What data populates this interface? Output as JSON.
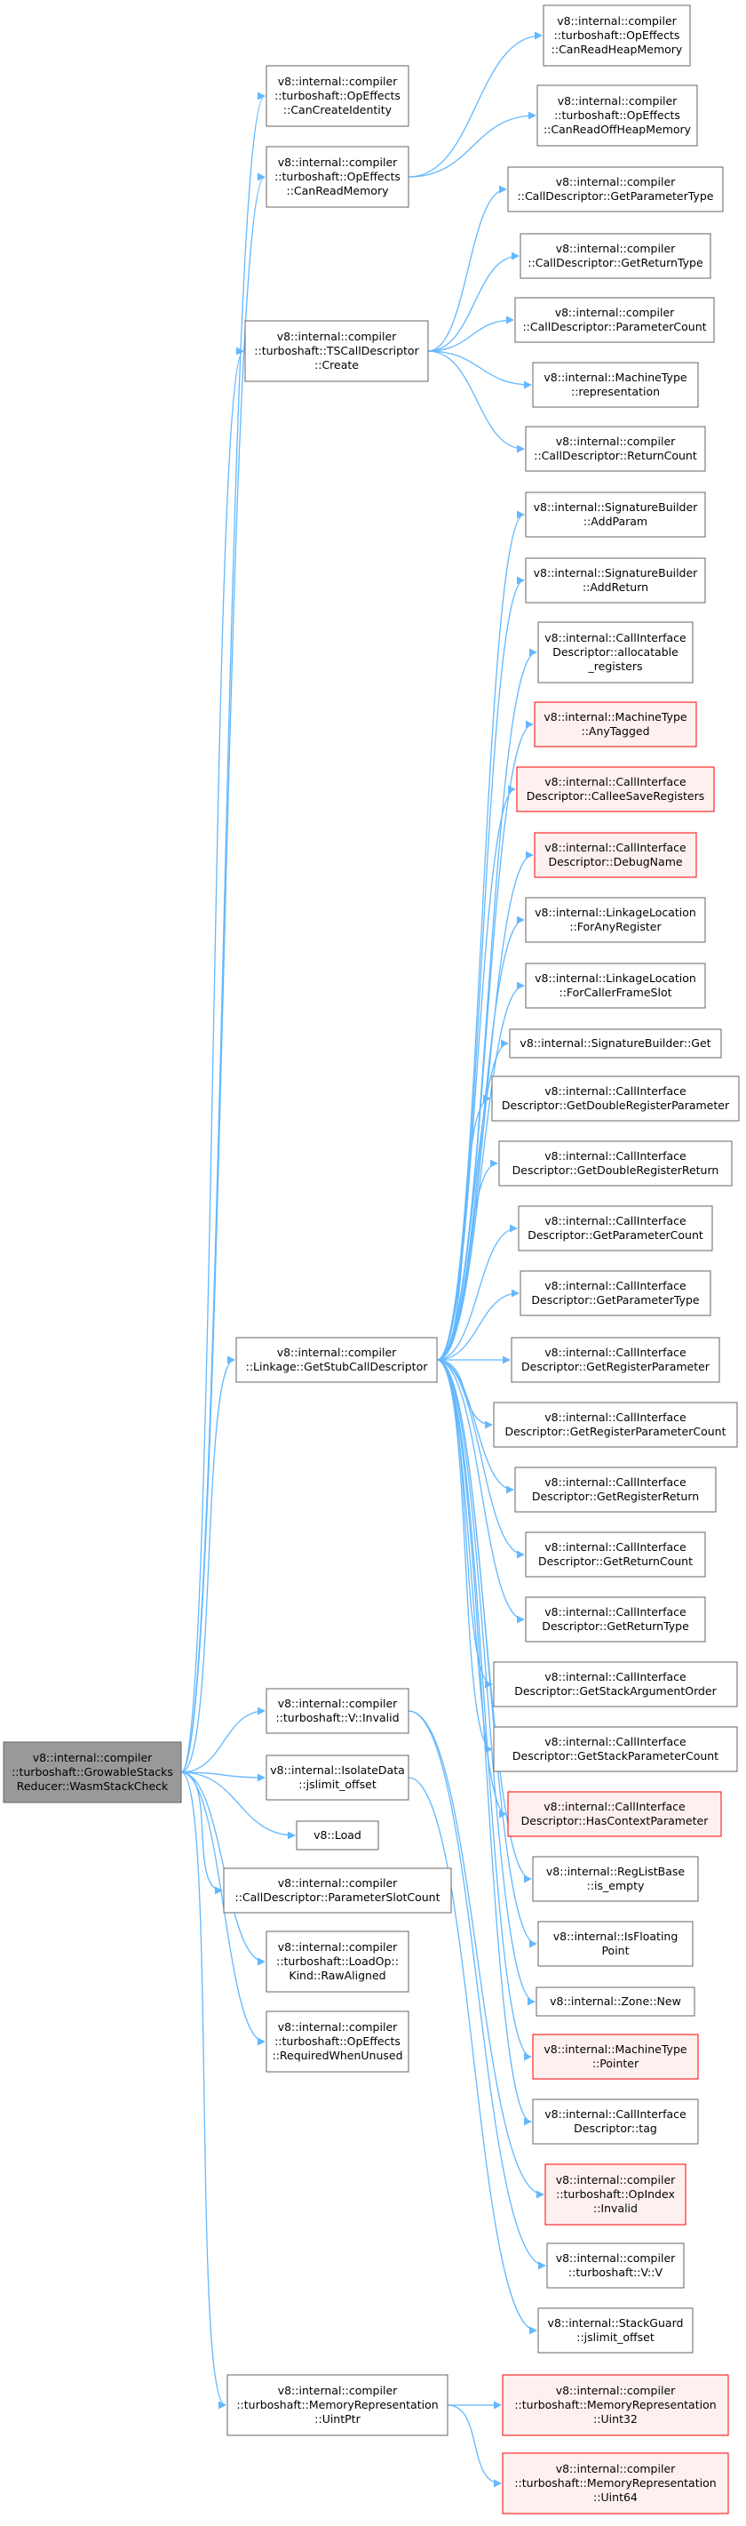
{
  "colors": {
    "edge": "#63b8ff",
    "border": "#666666",
    "highlight_border": "#ff0000",
    "highlight_fill": "#fff0f0",
    "root_fill": "#999999"
  },
  "nodes": [
    {
      "id": "root",
      "lines": [
        "v8::internal::compiler",
        "::turboshaft::GrowableStacks",
        "Reducer::WasmStackCheck"
      ],
      "style": "root"
    },
    {
      "id": "can_create_identity",
      "lines": [
        "v8::internal::compiler",
        "::turboshaft::OpEffects",
        "::CanCreateIdentity"
      ],
      "style": "normal"
    },
    {
      "id": "can_read_memory",
      "lines": [
        "v8::internal::compiler",
        "::turboshaft::OpEffects",
        "::CanReadMemory"
      ],
      "style": "normal"
    },
    {
      "id": "can_read_heap_memory",
      "lines": [
        "v8::internal::compiler",
        "::turboshaft::OpEffects",
        "::CanReadHeapMemory"
      ],
      "style": "normal"
    },
    {
      "id": "can_read_off_heap_memory",
      "lines": [
        "v8::internal::compiler",
        "::turboshaft::OpEffects",
        "::CanReadOffHeapMemory"
      ],
      "style": "normal"
    },
    {
      "id": "ts_call_descriptor_create",
      "lines": [
        "v8::internal::compiler",
        "::turboshaft::TSCallDescriptor",
        "::Create"
      ],
      "style": "normal"
    },
    {
      "id": "cd_get_parameter_type",
      "lines": [
        "v8::internal::compiler",
        "::CallDescriptor::GetParameterType"
      ],
      "style": "normal"
    },
    {
      "id": "cd_get_return_type",
      "lines": [
        "v8::internal::compiler",
        "::CallDescriptor::GetReturnType"
      ],
      "style": "normal"
    },
    {
      "id": "cd_parameter_count",
      "lines": [
        "v8::internal::compiler",
        "::CallDescriptor::ParameterCount"
      ],
      "style": "normal"
    },
    {
      "id": "machine_type_representation",
      "lines": [
        "v8::internal::MachineType",
        "::representation"
      ],
      "style": "normal"
    },
    {
      "id": "cd_return_count",
      "lines": [
        "v8::internal::compiler",
        "::CallDescriptor::ReturnCount"
      ],
      "style": "normal"
    },
    {
      "id": "sb_add_param",
      "lines": [
        "v8::internal::SignatureBuilder",
        "::AddParam"
      ],
      "style": "normal"
    },
    {
      "id": "sb_add_return",
      "lines": [
        "v8::internal::SignatureBuilder",
        "::AddReturn"
      ],
      "style": "normal"
    },
    {
      "id": "cid_allocatable_registers",
      "lines": [
        "v8::internal::CallInterface",
        "Descriptor::allocatable",
        "_registers"
      ],
      "style": "normal"
    },
    {
      "id": "mt_any_tagged",
      "lines": [
        "v8::internal::MachineType",
        "::AnyTagged"
      ],
      "style": "red"
    },
    {
      "id": "cid_callee_save_registers",
      "lines": [
        "v8::internal::CallInterface",
        "Descriptor::CalleeSaveRegisters"
      ],
      "style": "red"
    },
    {
      "id": "cid_debug_name",
      "lines": [
        "v8::internal::CallInterface",
        "Descriptor::DebugName"
      ],
      "style": "red"
    },
    {
      "id": "ll_for_any_register",
      "lines": [
        "v8::internal::LinkageLocation",
        "::ForAnyRegister"
      ],
      "style": "normal"
    },
    {
      "id": "ll_for_caller_frame_slot",
      "lines": [
        "v8::internal::LinkageLocation",
        "::ForCallerFrameSlot"
      ],
      "style": "normal"
    },
    {
      "id": "sb_get",
      "lines": [
        "v8::internal::SignatureBuilder::Get"
      ],
      "style": "normal"
    },
    {
      "id": "cid_get_double_register_parameter",
      "lines": [
        "v8::internal::CallInterface",
        "Descriptor::GetDoubleRegisterParameter"
      ],
      "style": "normal"
    },
    {
      "id": "cid_get_double_register_return",
      "lines": [
        "v8::internal::CallInterface",
        "Descriptor::GetDoubleRegisterReturn"
      ],
      "style": "normal"
    },
    {
      "id": "cid_get_parameter_count",
      "lines": [
        "v8::internal::CallInterface",
        "Descriptor::GetParameterCount"
      ],
      "style": "normal"
    },
    {
      "id": "cid_get_parameter_type",
      "lines": [
        "v8::internal::CallInterface",
        "Descriptor::GetParameterType"
      ],
      "style": "normal"
    },
    {
      "id": "linkage_get_stub_call_descriptor",
      "lines": [
        "v8::internal::compiler",
        "::Linkage::GetStubCallDescriptor"
      ],
      "style": "normal"
    },
    {
      "id": "cid_get_register_parameter",
      "lines": [
        "v8::internal::CallInterface",
        "Descriptor::GetRegisterParameter"
      ],
      "style": "normal"
    },
    {
      "id": "cid_get_register_parameter_count",
      "lines": [
        "v8::internal::CallInterface",
        "Descriptor::GetRegisterParameterCount"
      ],
      "style": "normal"
    },
    {
      "id": "cid_get_register_return",
      "lines": [
        "v8::internal::CallInterface",
        "Descriptor::GetRegisterReturn"
      ],
      "style": "normal"
    },
    {
      "id": "cid_get_return_count",
      "lines": [
        "v8::internal::CallInterface",
        "Descriptor::GetReturnCount"
      ],
      "style": "normal"
    },
    {
      "id": "cid_get_return_type",
      "lines": [
        "v8::internal::CallInterface",
        "Descriptor::GetReturnType"
      ],
      "style": "normal"
    },
    {
      "id": "cid_get_stack_argument_order",
      "lines": [
        "v8::internal::CallInterface",
        "Descriptor::GetStackArgumentOrder"
      ],
      "style": "normal"
    },
    {
      "id": "cid_get_stack_parameter_count",
      "lines": [
        "v8::internal::CallInterface",
        "Descriptor::GetStackParameterCount"
      ],
      "style": "normal"
    },
    {
      "id": "v_invalid",
      "lines": [
        "v8::internal::compiler",
        "::turboshaft::V::Invalid"
      ],
      "style": "normal"
    },
    {
      "id": "cid_has_context_parameter",
      "lines": [
        "v8::internal::CallInterface",
        "Descriptor::HasContextParameter"
      ],
      "style": "red"
    },
    {
      "id": "isolate_data_jslimit_offset",
      "lines": [
        "v8::internal::IsolateData",
        "::jslimit_offset"
      ],
      "style": "normal"
    },
    {
      "id": "reglistbase_is_empty",
      "lines": [
        "v8::internal::RegListBase",
        "::is_empty"
      ],
      "style": "normal"
    },
    {
      "id": "v8_load",
      "lines": [
        "v8::Load"
      ],
      "style": "normal"
    },
    {
      "id": "is_floating_point",
      "lines": [
        "v8::internal::IsFloating",
        "Point"
      ],
      "style": "normal"
    },
    {
      "id": "cd_parameter_slot_count",
      "lines": [
        "v8::internal::compiler",
        "::CallDescriptor::ParameterSlotCount"
      ],
      "style": "normal"
    },
    {
      "id": "zone_new",
      "lines": [
        "v8::internal::Zone::New"
      ],
      "style": "normal"
    },
    {
      "id": "loadop_kind_raw_aligned",
      "lines": [
        "v8::internal::compiler",
        "::turboshaft::LoadOp::",
        "Kind::RawAligned"
      ],
      "style": "normal"
    },
    {
      "id": "mt_pointer",
      "lines": [
        "v8::internal::MachineType",
        "::Pointer"
      ],
      "style": "red"
    },
    {
      "id": "opeffects_required_when_unused",
      "lines": [
        "v8::internal::compiler",
        "::turboshaft::OpEffects",
        "::RequiredWhenUnused"
      ],
      "style": "normal"
    },
    {
      "id": "cid_tag",
      "lines": [
        "v8::internal::CallInterface",
        "Descriptor::tag"
      ],
      "style": "normal"
    },
    {
      "id": "opindex_invalid",
      "lines": [
        "v8::internal::compiler",
        "::turboshaft::OpIndex",
        "::Invalid"
      ],
      "style": "red"
    },
    {
      "id": "v_v",
      "lines": [
        "v8::internal::compiler",
        "::turboshaft::V::V"
      ],
      "style": "normal"
    },
    {
      "id": "stackguard_jslimit_offset",
      "lines": [
        "v8::internal::StackGuard",
        "::jslimit_offset"
      ],
      "style": "normal"
    },
    {
      "id": "mr_uintptr",
      "lines": [
        "v8::internal::compiler",
        "::turboshaft::MemoryRepresentation",
        "::UintPtr"
      ],
      "style": "normal"
    },
    {
      "id": "mr_uint32",
      "lines": [
        "v8::internal::compiler",
        "::turboshaft::MemoryRepresentation",
        "::Uint32"
      ],
      "style": "red"
    },
    {
      "id": "mr_uint64",
      "lines": [
        "v8::internal::compiler",
        "::turboshaft::MemoryRepresentation",
        "::Uint64"
      ],
      "style": "red"
    }
  ],
  "edges": [
    [
      "root",
      "can_create_identity"
    ],
    [
      "root",
      "can_read_memory"
    ],
    [
      "root",
      "ts_call_descriptor_create"
    ],
    [
      "root",
      "linkage_get_stub_call_descriptor"
    ],
    [
      "root",
      "v_invalid"
    ],
    [
      "root",
      "isolate_data_jslimit_offset"
    ],
    [
      "root",
      "v8_load"
    ],
    [
      "root",
      "cd_parameter_slot_count"
    ],
    [
      "root",
      "loadop_kind_raw_aligned"
    ],
    [
      "root",
      "opeffects_required_when_unused"
    ],
    [
      "root",
      "mr_uintptr"
    ],
    [
      "can_read_memory",
      "can_read_heap_memory"
    ],
    [
      "can_read_memory",
      "can_read_off_heap_memory"
    ],
    [
      "ts_call_descriptor_create",
      "cd_get_parameter_type"
    ],
    [
      "ts_call_descriptor_create",
      "cd_get_return_type"
    ],
    [
      "ts_call_descriptor_create",
      "cd_parameter_count"
    ],
    [
      "ts_call_descriptor_create",
      "machine_type_representation"
    ],
    [
      "ts_call_descriptor_create",
      "cd_return_count"
    ],
    [
      "linkage_get_stub_call_descriptor",
      "sb_add_param"
    ],
    [
      "linkage_get_stub_call_descriptor",
      "sb_add_return"
    ],
    [
      "linkage_get_stub_call_descriptor",
      "cid_allocatable_registers"
    ],
    [
      "linkage_get_stub_call_descriptor",
      "mt_any_tagged"
    ],
    [
      "linkage_get_stub_call_descriptor",
      "cid_callee_save_registers"
    ],
    [
      "linkage_get_stub_call_descriptor",
      "cid_debug_name"
    ],
    [
      "linkage_get_stub_call_descriptor",
      "ll_for_any_register"
    ],
    [
      "linkage_get_stub_call_descriptor",
      "ll_for_caller_frame_slot"
    ],
    [
      "linkage_get_stub_call_descriptor",
      "sb_get"
    ],
    [
      "linkage_get_stub_call_descriptor",
      "cid_get_double_register_parameter"
    ],
    [
      "linkage_get_stub_call_descriptor",
      "cid_get_double_register_return"
    ],
    [
      "linkage_get_stub_call_descriptor",
      "cid_get_parameter_count"
    ],
    [
      "linkage_get_stub_call_descriptor",
      "cid_get_parameter_type"
    ],
    [
      "linkage_get_stub_call_descriptor",
      "cid_get_register_parameter"
    ],
    [
      "linkage_get_stub_call_descriptor",
      "cid_get_register_parameter_count"
    ],
    [
      "linkage_get_stub_call_descriptor",
      "cid_get_register_return"
    ],
    [
      "linkage_get_stub_call_descriptor",
      "cid_get_return_count"
    ],
    [
      "linkage_get_stub_call_descriptor",
      "cid_get_return_type"
    ],
    [
      "linkage_get_stub_call_descriptor",
      "cid_get_stack_argument_order"
    ],
    [
      "linkage_get_stub_call_descriptor",
      "cid_get_stack_parameter_count"
    ],
    [
      "linkage_get_stub_call_descriptor",
      "cid_has_context_parameter"
    ],
    [
      "linkage_get_stub_call_descriptor",
      "reglistbase_is_empty"
    ],
    [
      "linkage_get_stub_call_descriptor",
      "is_floating_point"
    ],
    [
      "linkage_get_stub_call_descriptor",
      "zone_new"
    ],
    [
      "linkage_get_stub_call_descriptor",
      "mt_pointer"
    ],
    [
      "linkage_get_stub_call_descriptor",
      "cid_tag"
    ],
    [
      "v_invalid",
      "opindex_invalid"
    ],
    [
      "v_invalid",
      "v_v"
    ],
    [
      "isolate_data_jslimit_offset",
      "stackguard_jslimit_offset"
    ],
    [
      "mr_uintptr",
      "mr_uint32"
    ],
    [
      "mr_uintptr",
      "mr_uint64"
    ]
  ]
}
